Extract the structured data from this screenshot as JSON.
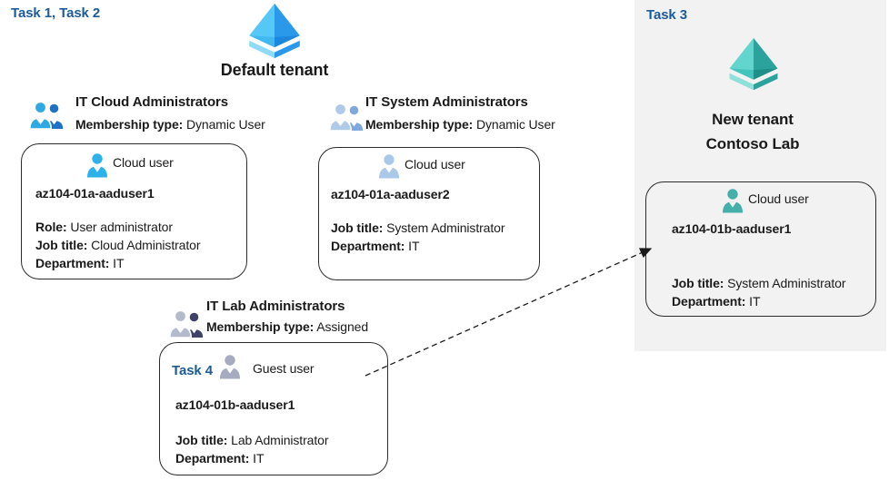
{
  "default_tenant": {
    "task_label": "Task 1, Task 2",
    "title": "Default tenant",
    "groups": [
      {
        "name": "IT Cloud Administrators",
        "membership_label": "Membership type:",
        "membership_value": "Dynamic User"
      },
      {
        "name": "IT System Administrators",
        "membership_label": "Membership type:",
        "membership_value": "Dynamic User"
      },
      {
        "name": "IT Lab Administrators",
        "membership_label": "Membership type:",
        "membership_value": "Assigned"
      }
    ],
    "users": [
      {
        "type_label": "Cloud user",
        "name": "az104-01a-aaduser1",
        "fields": [
          {
            "label": "Role:",
            "value": "User administrator"
          },
          {
            "label": "Job title:",
            "value": "Cloud Administrator"
          },
          {
            "label": "Department:",
            "value": "IT"
          }
        ]
      },
      {
        "type_label": "Cloud user",
        "name": "az104-01a-aaduser2",
        "fields": [
          {
            "label": "Job title:",
            "value": "System Administrator"
          },
          {
            "label": "Department:",
            "value": "IT"
          }
        ]
      },
      {
        "task_label": "Task 4",
        "type_label": "Guest user",
        "name": "az104-01b-aaduser1",
        "fields": [
          {
            "label": "Job title:",
            "value": "Lab Administrator"
          },
          {
            "label": "Department:",
            "value": "IT"
          }
        ]
      }
    ]
  },
  "new_tenant": {
    "task_label": "Task 3",
    "title_line1": "New tenant",
    "title_line2": "Contoso Lab",
    "user": {
      "type_label": "Cloud user",
      "name": "az104-01b-aaduser1",
      "fields": [
        {
          "label": "Job title:",
          "value": "System Administrator"
        },
        {
          "label": "Department:",
          "value": "IT"
        }
      ]
    }
  },
  "icons": {
    "default_tenant_icon": "azure-tenant-pyramid-blue",
    "new_tenant_icon": "azure-tenant-pyramid-teal",
    "group_icon": "people-group",
    "cloud_user_icon": "person",
    "guest_user_icon": "person"
  },
  "colors": {
    "task_label_blue": "#1b5a9b",
    "panel_background": "#f2f2f2",
    "box_border": "#2b2b2b",
    "text": "#1a1a1a",
    "tenant_blue_light": "#55c8f5",
    "tenant_blue_dark": "#2b99ea",
    "tenant_teal_light": "#63d5cf",
    "tenant_teal_dark": "#2ba39c",
    "person_cyan": "#2cb2e8",
    "person_pale_blue": "#aac8e8",
    "person_gray": "#a6abbf",
    "person_teal": "#45afaa",
    "group1_front": "#2fa9e4",
    "group1_back": "#1b72c6",
    "group2_front": "#b0cbe9",
    "group2_back": "#7fa9dc",
    "group3_front": "#b4bacd",
    "group3_back": "#3e4269"
  }
}
